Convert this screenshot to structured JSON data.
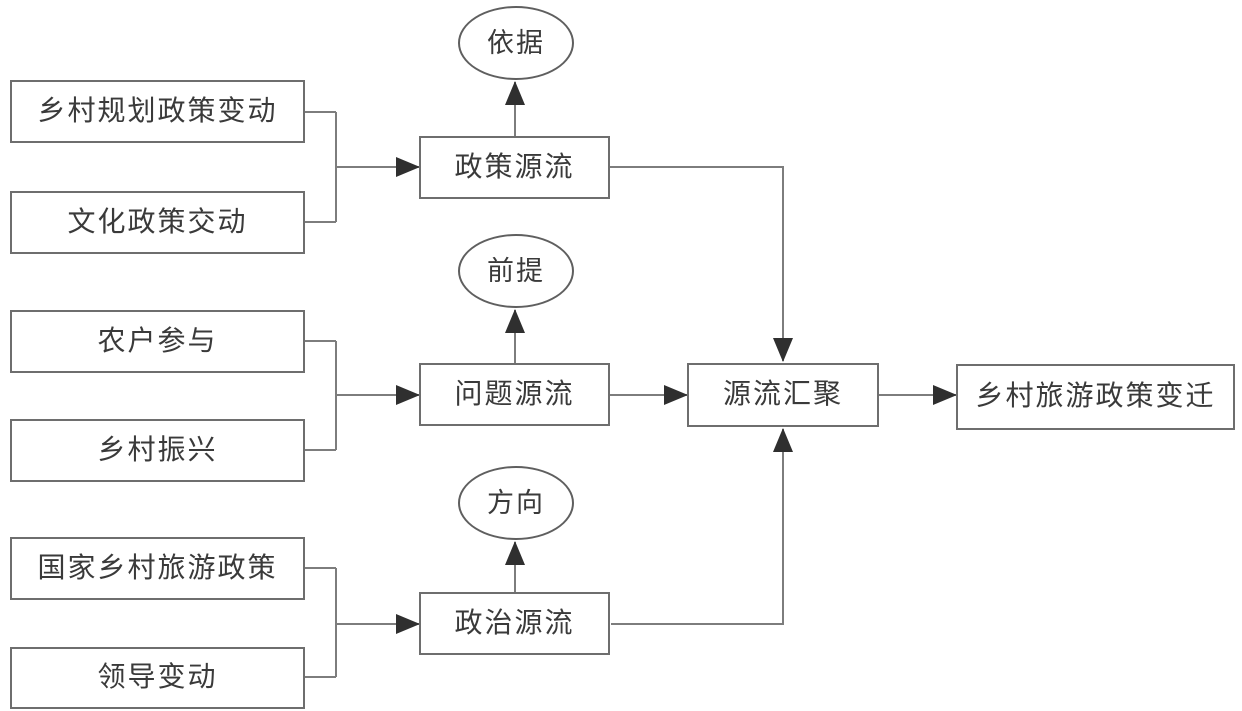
{
  "diagram": {
    "type": "flowchart",
    "sources": [
      {
        "label": "乡村规划政策变动"
      },
      {
        "label": "文化政策交动"
      },
      {
        "label": "农户参与"
      },
      {
        "label": "乡村振兴"
      },
      {
        "label": "国家乡村旅游政策"
      },
      {
        "label": "领导变动"
      }
    ],
    "streams": [
      {
        "label": "政策源流",
        "annotation": "依据"
      },
      {
        "label": "问题源流",
        "annotation": "前提"
      },
      {
        "label": "政治源流",
        "annotation": "方向"
      }
    ],
    "convergence_label": "源流汇聚",
    "outcome_label": "乡村旅游政策变迁",
    "colors": {
      "background": "#ffffff",
      "box_border": "#6e6e6e",
      "ellipse_border": "#5f5f5f",
      "line": "#7d7d7d",
      "arrowhead": "#2f2f2f",
      "text": "#3a3a3a"
    }
  }
}
